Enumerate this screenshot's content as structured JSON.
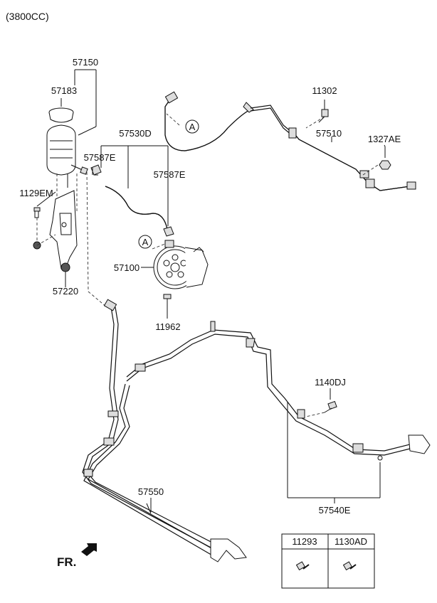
{
  "header": {
    "engine": "(3800CC)"
  },
  "callouts": {
    "c57150": "57150",
    "c57183": "57183",
    "c57530D": "57530D",
    "c57587E_a": "57587E",
    "c57587E_b": "57587E",
    "c1129EM": "1129EM",
    "c57220": "57220",
    "c57100": "57100",
    "c11962": "11962",
    "c11302": "11302",
    "c57510": "57510",
    "c1327AE": "1327AE",
    "c1140DJ": "1140DJ",
    "c57550": "57550",
    "c57540E": "57540E"
  },
  "refs": {
    "a1": "A",
    "a2": "A"
  },
  "front": {
    "label": "FR."
  },
  "legend": {
    "col1": "11293",
    "col2": "1130AD"
  }
}
